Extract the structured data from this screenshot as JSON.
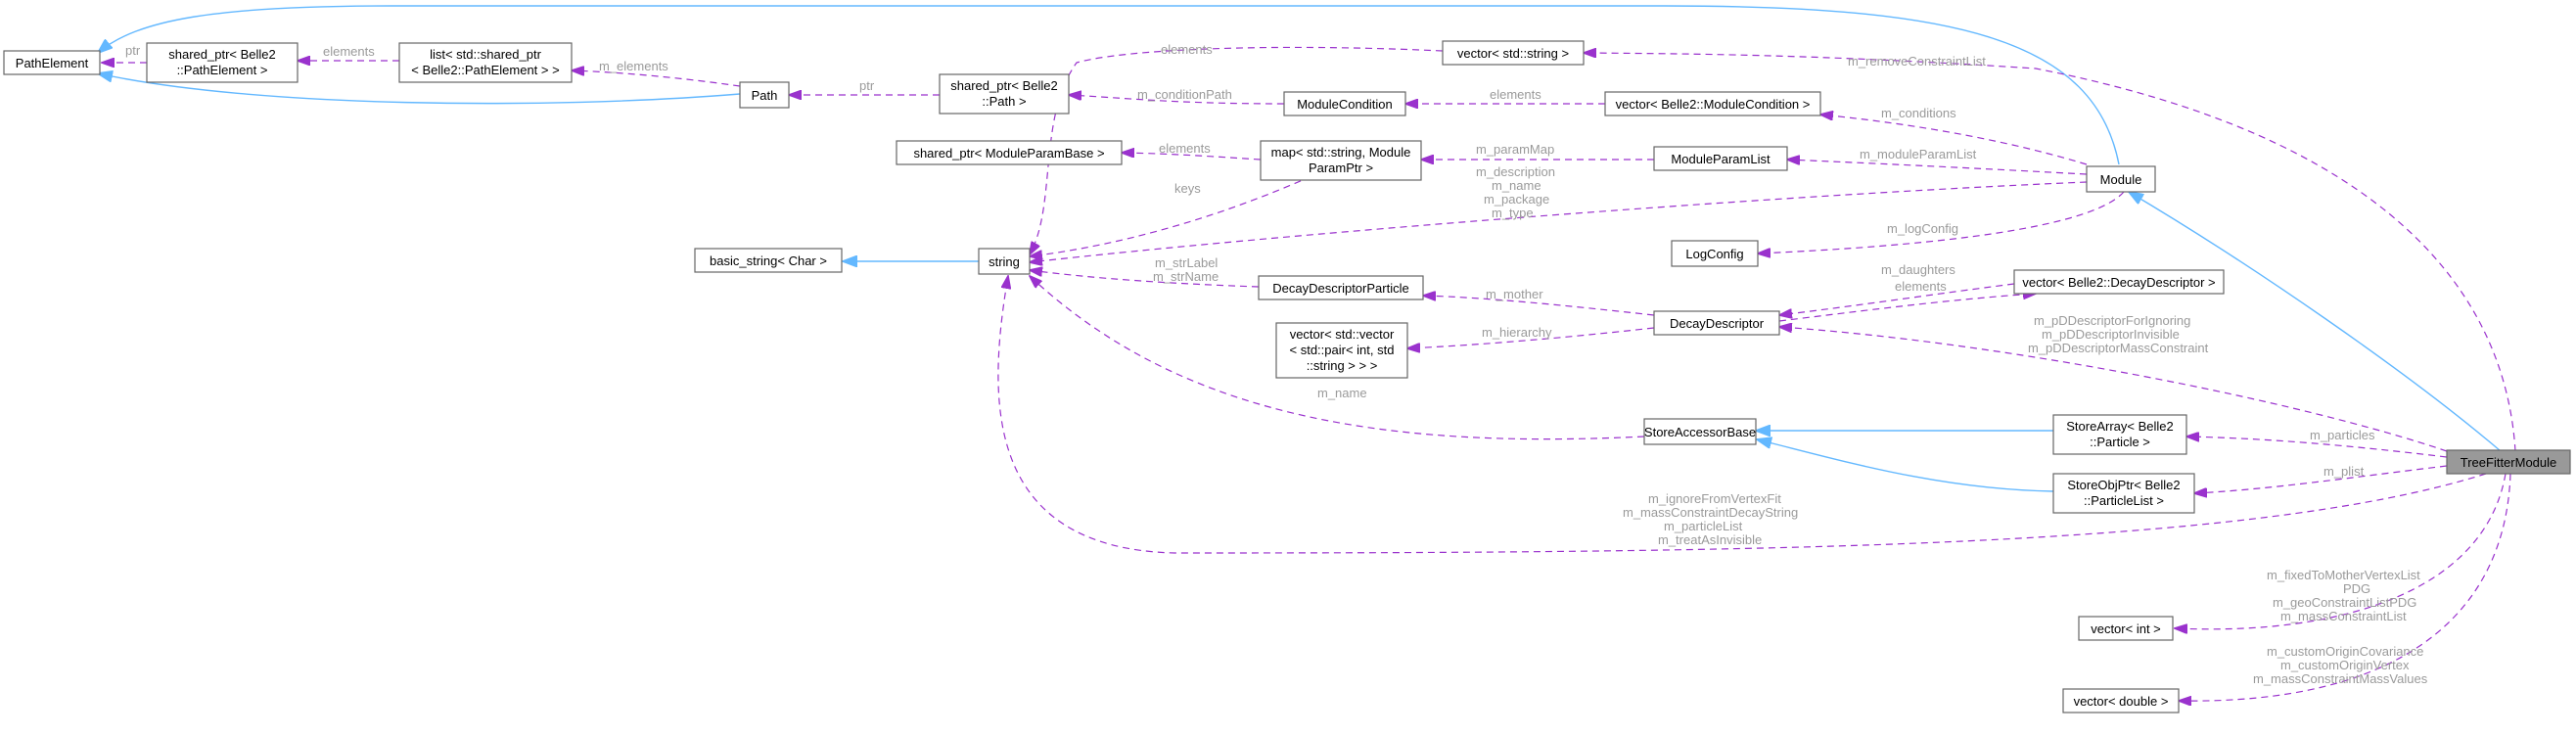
{
  "nodes": {
    "tfm": "TreeFitterModule",
    "module": "Module",
    "pathelement": "PathElement",
    "sp_pathelement": [
      "shared_ptr< Belle2",
      "::PathElement >"
    ],
    "list_sp": [
      "list< std::shared_ptr",
      "< Belle2::PathElement > >"
    ],
    "path": "Path",
    "sp_path": [
      "shared_ptr< Belle2",
      "::Path >"
    ],
    "vec_string": "vector< std::string >",
    "modulecondition": "ModuleCondition",
    "vec_modcond": "vector< Belle2::ModuleCondition >",
    "sp_mpb": "shared_ptr< ModuleParamBase >",
    "map": [
      "map< std::string, Module",
      "ParamPtr >"
    ],
    "moduleparamlist": "ModuleParamList",
    "basic_string": "basic_string< Char >",
    "string": "string",
    "logconfig": "LogConfig",
    "ddp": "DecayDescriptorParticle",
    "dd": "DecayDescriptor",
    "vec_dd": "vector< Belle2::DecayDescriptor >",
    "vec_vec": [
      "vector< std::vector",
      "< std::pair< int, std",
      "::string > > >"
    ],
    "sab": "StoreAccessorBase",
    "storearray": [
      "StoreArray< Belle2",
      "::Particle >"
    ],
    "storeobjptr": [
      "StoreObjPtr< Belle2",
      "::ParticleList >"
    ],
    "vec_int": "vector< int >",
    "vec_double": "vector< double >"
  },
  "edge_labels": {
    "ptr1": "ptr",
    "elements1": "elements",
    "m_elements": "m_elements",
    "ptr2": "ptr",
    "m_conditionPath": "m_conditionPath",
    "elements_str": "elements",
    "elements_cond": "elements",
    "m_conditions": "m_conditions",
    "m_removeConstraintList": "m_removeConstraintList",
    "elements_mpb": "elements",
    "m_paramMap": "m_paramMap",
    "m_moduleParamList": "m_moduleParamList",
    "keys": "keys",
    "module_strings": [
      "m_description",
      "m_name",
      "m_package",
      "m_type"
    ],
    "m_logConfig": "m_logConfig",
    "ddp_strings": [
      "m_strLabel",
      "m_strName"
    ],
    "m_mother": "m_mother",
    "elements_dd": "elements",
    "m_daughters": "m_daughters",
    "m_hierarchy": "m_hierarchy",
    "m_pDD": [
      "m_pDDescriptorForIgnoring",
      "m_pDDescriptorInvisible",
      "m_pDDescriptorMassConstraint"
    ],
    "m_name_sab": "m_name",
    "m_particles": "m_particles",
    "m_plist": "m_plist",
    "tfm_strings": [
      "m_ignoreFromVertexFit",
      "m_massConstraintDecayString",
      "m_particleList",
      "m_treatAsInvisible"
    ],
    "int_lists": [
      "m_fixedToMotherVertexList",
      "PDG",
      "m_geoConstraintListPDG",
      "m_massConstraintList"
    ],
    "double_lists": [
      "m_customOriginCovariance",
      "m_customOriginVertex",
      "m_massConstraintMassValues"
    ]
  },
  "colors": {
    "uses_edge": "#9a32cd",
    "inherit_edge": "#63b8ff",
    "label_text": "#9a9a9a",
    "node_border": "#666666",
    "highlight_fill": "#999999"
  }
}
